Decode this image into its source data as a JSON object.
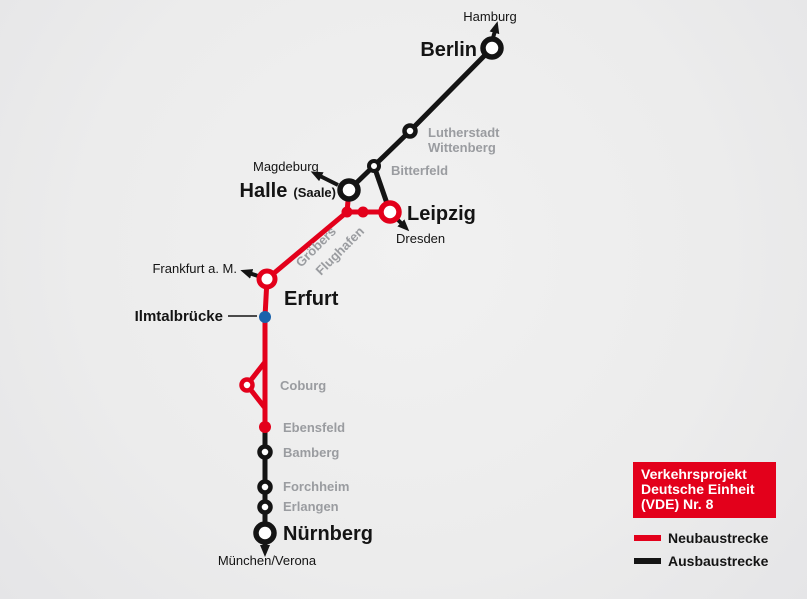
{
  "colors": {
    "red": "#e3001b",
    "black": "#141414",
    "gray": "#9a9ca0",
    "blue": "#1b63ac",
    "bg": "#ececec"
  },
  "stations": {
    "hamburg": "Hamburg",
    "berlin": "Berlin",
    "lutherstadt_wittenberg": [
      "Lutherstadt",
      "Wittenberg"
    ],
    "magdeburg": "Magdeburg",
    "bitterfeld": "Bitterfeld",
    "halle": "Halle",
    "halle_suffix": "(Saale)",
    "leipzig": "Leipzig",
    "dresden": "Dresden",
    "groebers": "Gröbers",
    "flughafen": "Flughafen",
    "frankfurt": "Frankfurt a. M.",
    "erfurt": "Erfurt",
    "ilmtalbruecke": "Ilmtalbrücke",
    "coburg": "Coburg",
    "ebensfeld": "Ebensfeld",
    "bamberg": "Bamberg",
    "forchheim": "Forchheim",
    "erlangen": "Erlangen",
    "nuernberg": "Nürnberg",
    "muenchen_verona": "München/Verona"
  },
  "legend": {
    "project": [
      "Verkehrsprojekt",
      "Deutsche Einheit",
      "(VDE) Nr. 8"
    ],
    "neubaustrecke": "Neubaustrecke",
    "ausbaustrecke": "Ausbaustrecke"
  }
}
